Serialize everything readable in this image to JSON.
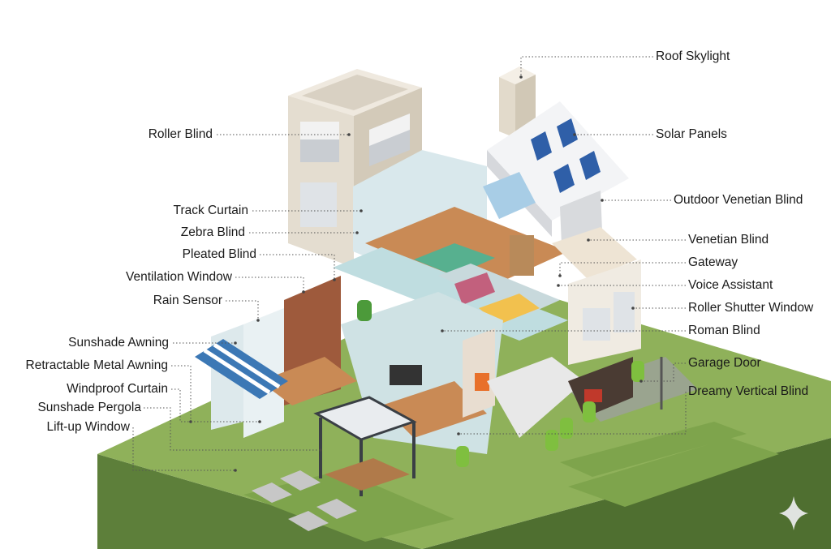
{
  "labels_left": [
    {
      "id": "roller-blind",
      "text": "Roller Blind"
    },
    {
      "id": "track-curtain",
      "text": "Track Curtain"
    },
    {
      "id": "zebra-blind",
      "text": "Zebra Blind"
    },
    {
      "id": "pleated-blind",
      "text": "Pleated Blind"
    },
    {
      "id": "ventilation-window",
      "text": "Ventilation Window"
    },
    {
      "id": "rain-sensor",
      "text": "Rain Sensor"
    },
    {
      "id": "sunshade-awning",
      "text": "Sunshade Awning"
    },
    {
      "id": "retractable-metal-awning",
      "text": "Retractable Metal Awning"
    },
    {
      "id": "windproof-curtain",
      "text": "Windproof Curtain"
    },
    {
      "id": "sunshade-pergola",
      "text": "Sunshade Pergola"
    },
    {
      "id": "lift-up-window",
      "text": "Lift-up Window"
    }
  ],
  "labels_right": [
    {
      "id": "roof-skylight",
      "text": "Roof Skylight"
    },
    {
      "id": "solar-panels",
      "text": "Solar Panels"
    },
    {
      "id": "outdoor-venetian-blind",
      "text": "Outdoor Venetian Blind"
    },
    {
      "id": "venetian-blind",
      "text": "Venetian Blind"
    },
    {
      "id": "gateway",
      "text": "Gateway"
    },
    {
      "id": "voice-assistant",
      "text": "Voice Assistant"
    },
    {
      "id": "roller-shutter-window",
      "text": "Roller Shutter Window"
    },
    {
      "id": "roman-blind",
      "text": "Roman Blind"
    },
    {
      "id": "garage-door",
      "text": "Garage Door"
    },
    {
      "id": "dreamy-vertical-blind",
      "text": "Dreamy Vertical Blind"
    }
  ],
  "colors": {
    "lawn": "#8fb15a",
    "lawn_dark": "#6f9443",
    "ground_side": "#5d7f3a",
    "wall": "#ece6dc",
    "wall_shade": "#d8d0c2",
    "floor_wood": "#c98a55",
    "floor_tile": "#bfdde0",
    "roof": "#f3f4f6",
    "solar": "#2f5fa8",
    "awning_blue": "#3c78b5",
    "text": "#1a1a1a",
    "leader": "#555555"
  }
}
